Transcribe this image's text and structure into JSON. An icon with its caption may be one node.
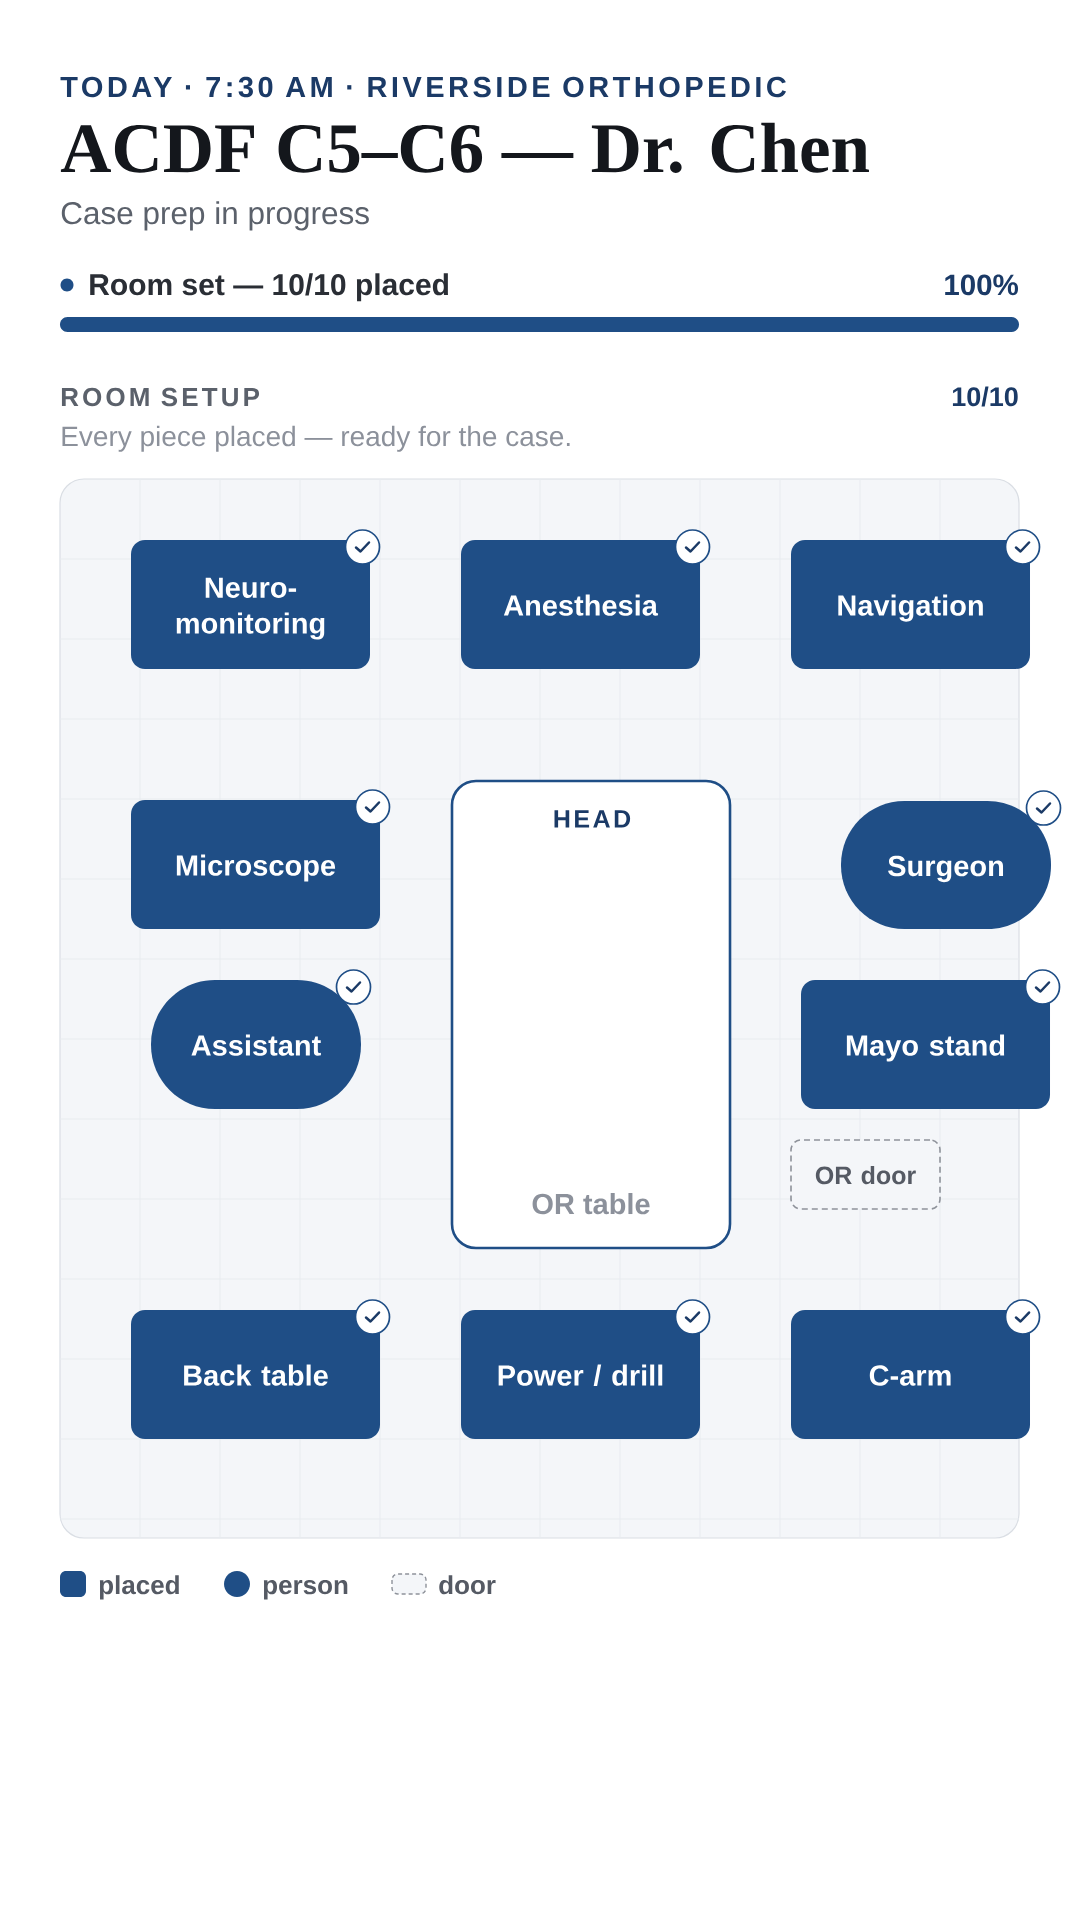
{
  "diagram": {
    "title": "ACDF C5–C6 — Dr. Chen",
    "nodes": [
      {
        "text": [
          "Neuro-monitoring"
        ]
      },
      {
        "text": [
          "Anesthesia"
        ]
      },
      {
        "text": [
          "Navigation"
        ]
      },
      {
        "text": [
          "Microscope"
        ]
      },
      {
        "text": [
          "HEAD",
          "OR table"
        ]
      },
      {
        "text": [
          "Surgeon"
        ]
      },
      {
        "text": [
          "Assistant"
        ]
      },
      {
        "text": [
          "Mayo stand"
        ]
      },
      {
        "text": [
          "OR door"
        ]
      },
      {
        "text": [
          "Back table"
        ]
      },
      {
        "text": [
          "Power / drill"
        ]
      },
      {
        "text": [
          "C-arm"
        ]
      }
    ],
    "labels": [
      "TODAY · 7:30 AM · RIVERSIDE ORTHOPEDIC",
      "Case prep in progress",
      "Room set — 10/10 placed",
      "100%",
      "ROOM SETUP",
      "10/10",
      "Every piece placed — ready for the case."
    ],
    "legend": [
      {
        "text": "placed",
        "color": "#1f4e86"
      },
      {
        "text": "person",
        "color": "#1f4e86"
      },
      {
        "text": "door"
      }
    ]
  }
}
